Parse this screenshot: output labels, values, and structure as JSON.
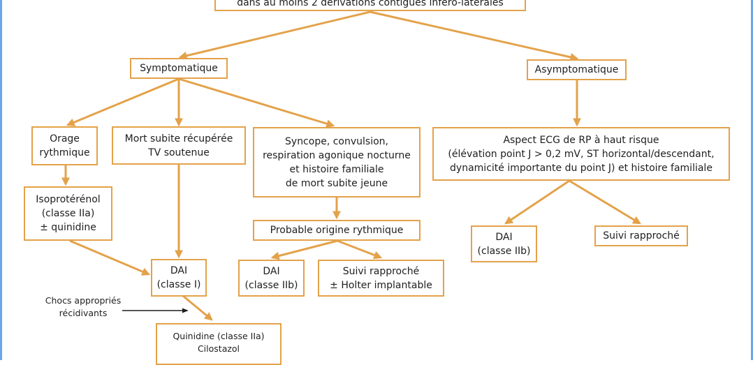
{
  "diagram": {
    "colors": {
      "box_border": "#e3a24a",
      "arrow": "#e3a24a",
      "note_arrow": "#1e1e1e",
      "frame": "#6aa6e8"
    },
    "top": {
      "lines": [
        "dans au moins 2 dérivations contiguës inféro-latérales"
      ]
    },
    "symptomatique": {
      "lines": [
        "Symptomatique"
      ]
    },
    "asymptomatique": {
      "lines": [
        "Asymptomatique"
      ]
    },
    "orage": {
      "lines": [
        "Orage",
        "rythmique"
      ]
    },
    "mort_subite": {
      "lines": [
        "Mort subite récupérée",
        "TV soutenue"
      ]
    },
    "syncope": {
      "lines": [
        "Syncope, convulsion,",
        "respiration agonique nocturne",
        "et histoire familiale",
        "de mort subite jeune"
      ]
    },
    "aspect_ecg": {
      "lines": [
        "Aspect ECG de RP à haut risque",
        "(élévation point J > 0,2 mV, ST horizontal/descendant,",
        "dynamicité importante du point J) et histoire familiale"
      ]
    },
    "isoproterenol": {
      "lines": [
        "Isoprotérénol",
        "(classe IIa)",
        "± quinidine"
      ]
    },
    "probable": {
      "lines": [
        "Probable origine rythmique"
      ]
    },
    "dai_asympto": {
      "lines": [
        "DAI",
        "(classe IIb)"
      ]
    },
    "suivi_asympto": {
      "lines": [
        "Suivi rapproché"
      ]
    },
    "dai_classe_i": {
      "lines": [
        "DAI",
        "(classe I)"
      ]
    },
    "dai_syncope": {
      "lines": [
        "DAI",
        "(classe IIb)"
      ]
    },
    "suivi_syncope": {
      "lines": [
        "Suivi rapproché",
        "± Holter implantable"
      ]
    },
    "quinidine": {
      "lines": [
        "Quinidine (classe IIa)",
        "Cilostazol"
      ]
    },
    "chocs_note": {
      "lines": [
        "Chocs appropriés",
        "récidivants"
      ]
    }
  }
}
